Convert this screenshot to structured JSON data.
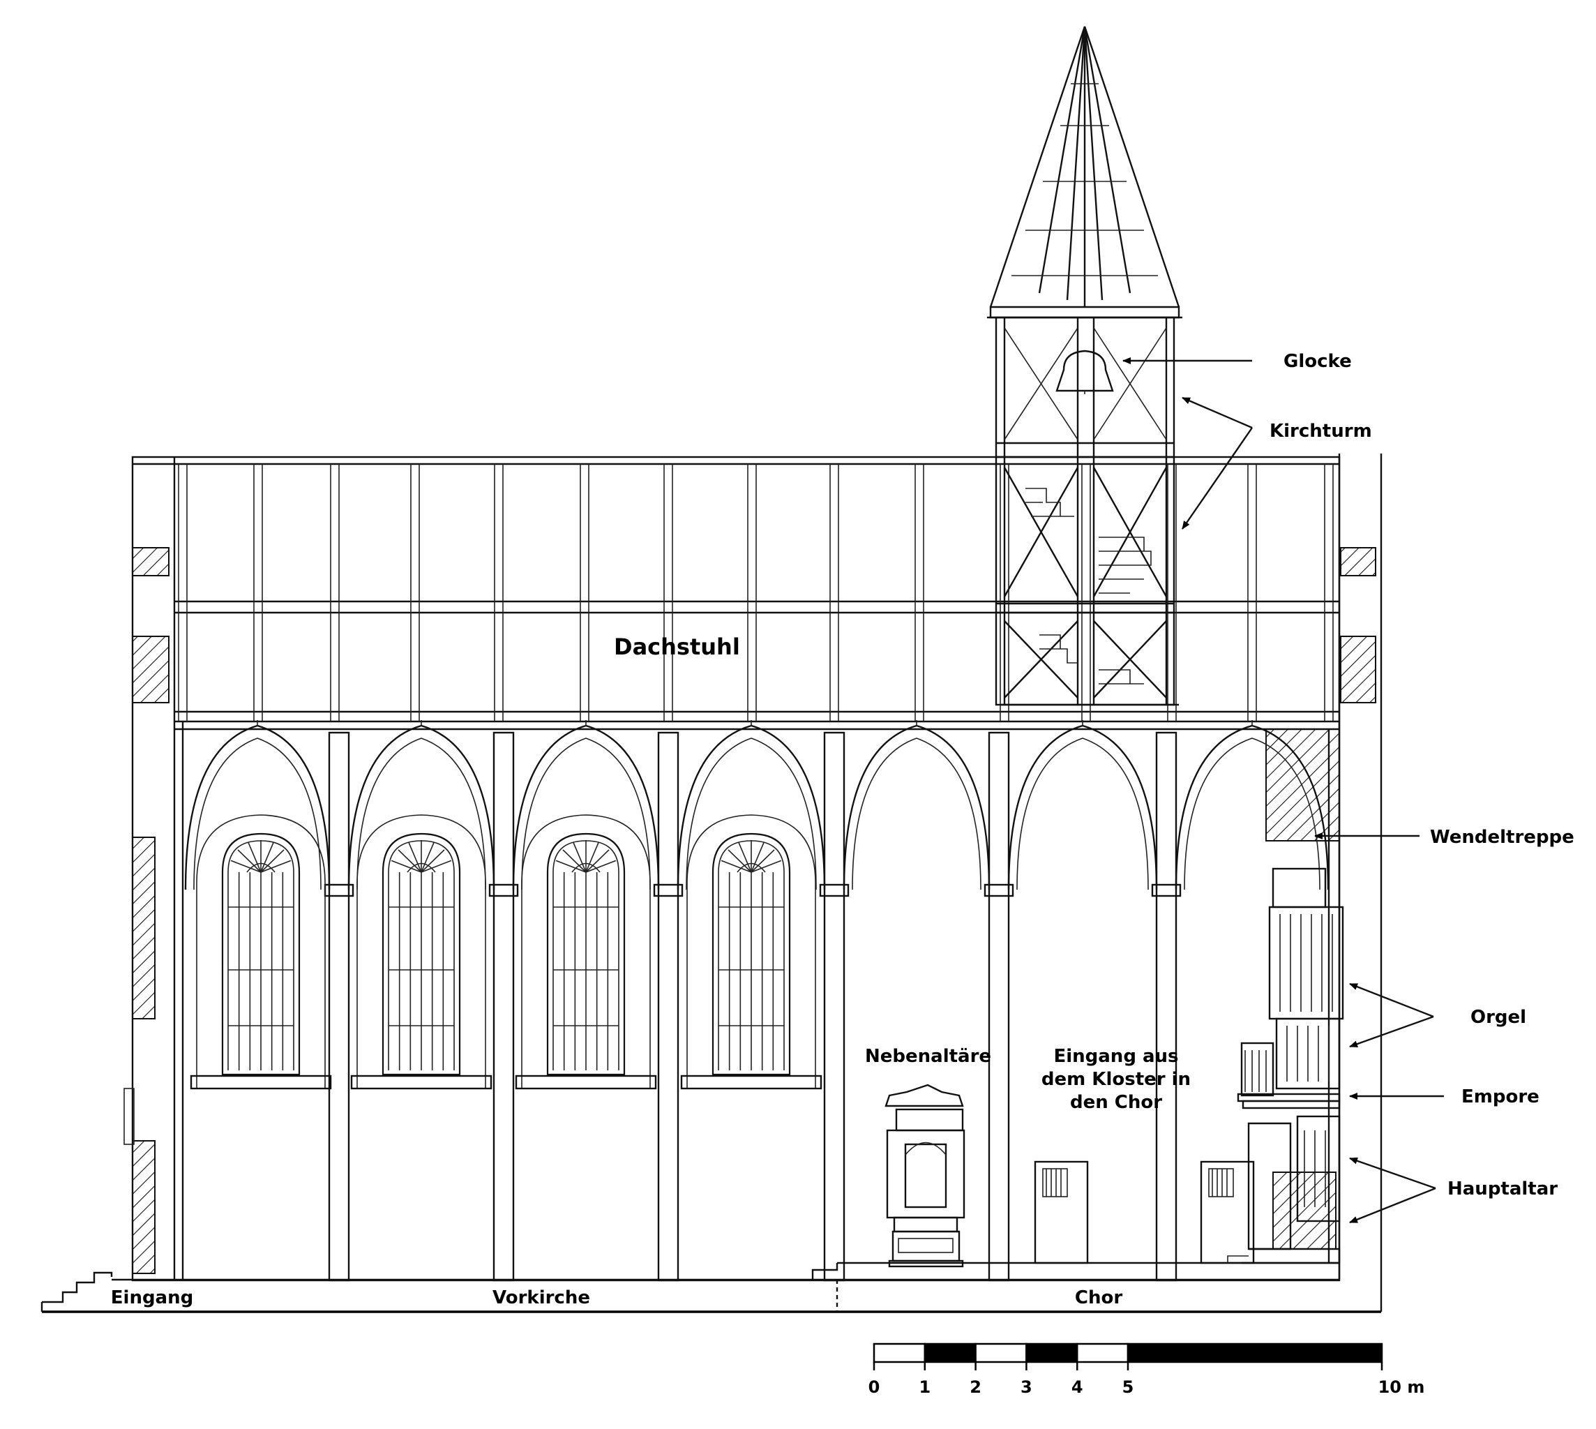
{
  "title": "Längsschnitt Kirche",
  "labels": {
    "glocke": "Glocke",
    "kirchturm": "Kirchturm",
    "dachstuhl": "Dachstuhl",
    "wendeltreppe": "Wendeltreppe",
    "orgel": "Orgel",
    "empore": "Empore",
    "hauptaltar": "Hauptaltar",
    "nebenaltaere": "Nebenaltäre",
    "eingang_kloster": [
      "Eingang aus",
      "dem Kloster in",
      "den Chor"
    ],
    "eingang": "Eingang",
    "vorkirche": "Vorkirche",
    "chor": "Chor"
  },
  "scale_bar": {
    "ticks": [
      "0",
      "1",
      "2",
      "3",
      "4",
      "5",
      "10 m"
    ],
    "unit": "m",
    "segments_m": [
      1,
      1,
      1,
      1,
      1,
      5
    ]
  },
  "colors": {
    "line": "#111111",
    "background": "#ffffff"
  }
}
